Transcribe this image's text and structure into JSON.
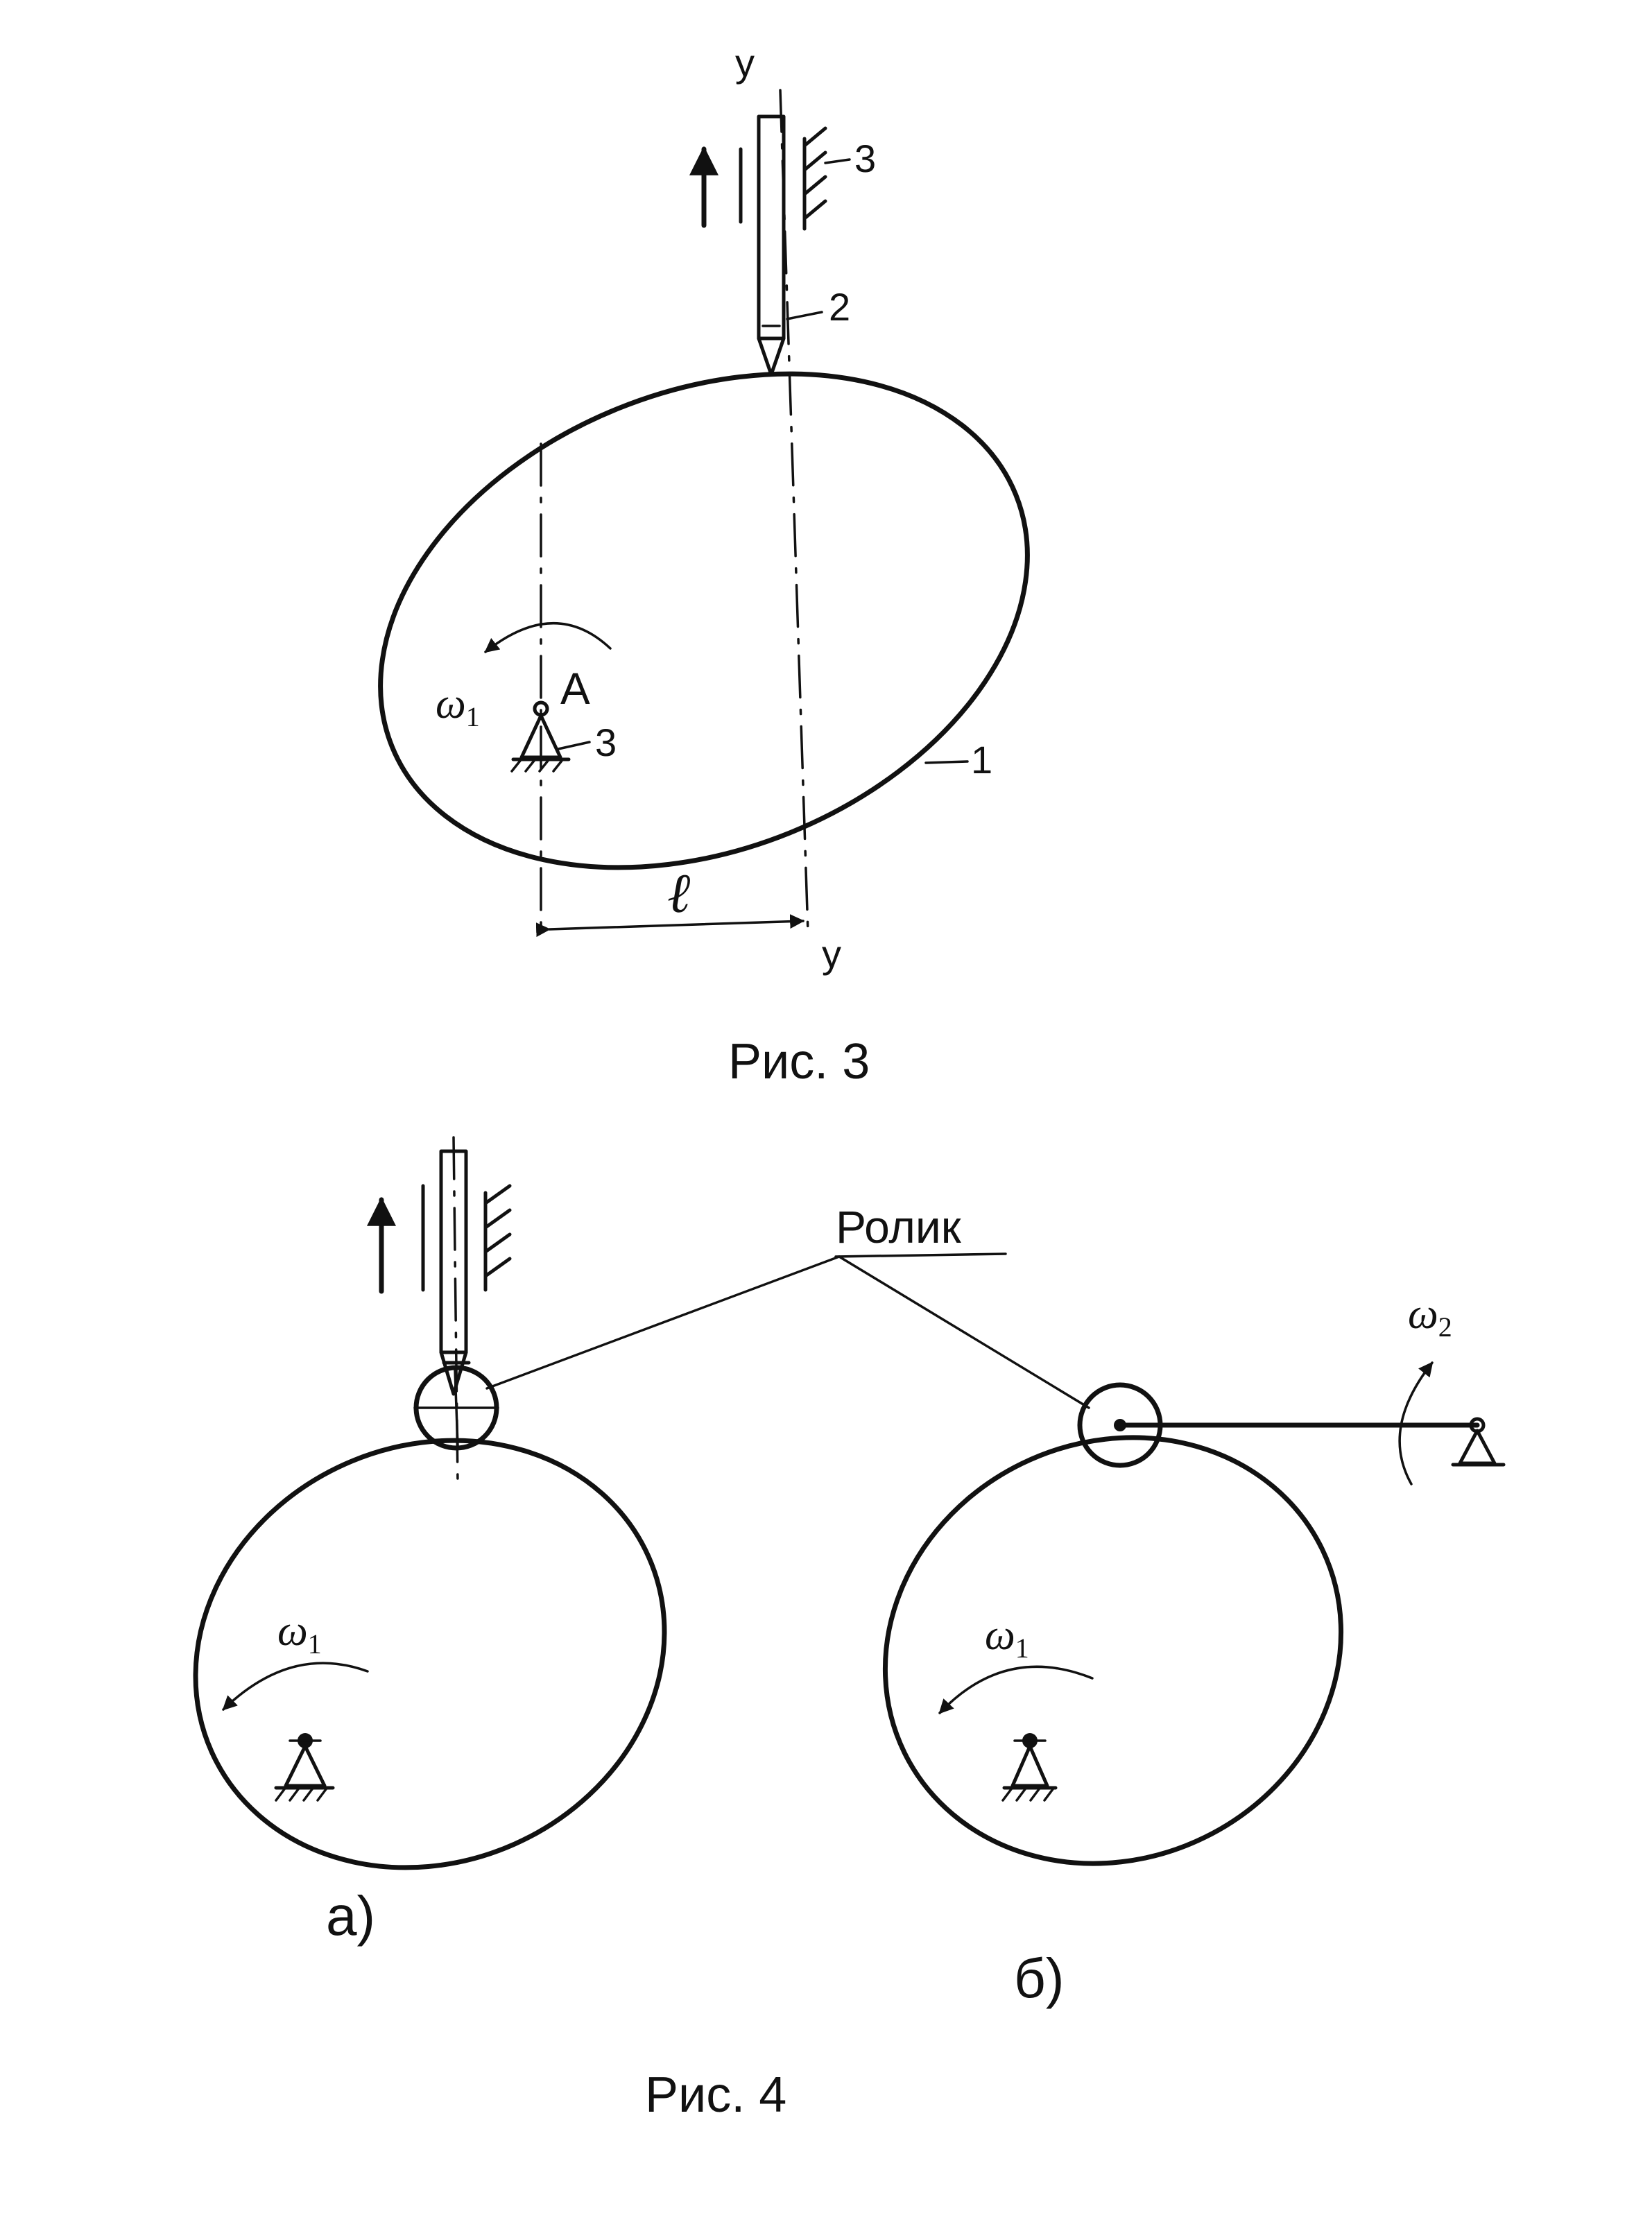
{
  "fig3": {
    "caption": "Рис. 3",
    "axis_label_top": "y",
    "axis_label_bottom": "y",
    "label_frame_top": "3",
    "label_follower": "2",
    "label_cam": "1",
    "label_frame_pivot": "3",
    "label_pivot": "A",
    "label_omega": "ω",
    "label_omega_sub": "1",
    "label_offset": "ℓ"
  },
  "fig4": {
    "caption": "Рис. 4",
    "roller_label": "Ролик",
    "sub_a": "а)",
    "sub_b": "б)",
    "omega_a": "ω",
    "omega_a_sub": "1",
    "omega_b": "ω",
    "omega_b_sub": "1",
    "omega_rocker": "ω",
    "omega_rocker_sub": "2"
  }
}
